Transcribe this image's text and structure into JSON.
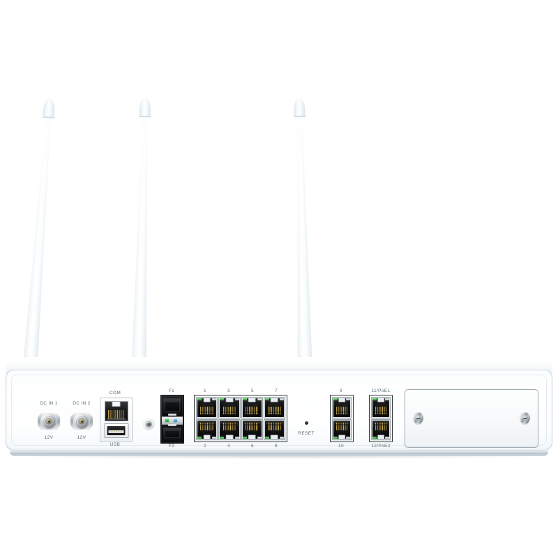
{
  "device": {
    "name": "rack-mount firewall appliance rear panel",
    "chassis_color": "#ffffff",
    "accent_led_green": "#2fa83a",
    "accent_led_blue": "#2a86c4"
  },
  "antennas": [
    {
      "name": "antenna-left",
      "label": ""
    },
    {
      "name": "antenna-center",
      "label": ""
    },
    {
      "name": "antenna-right",
      "label": ""
    }
  ],
  "power": {
    "jacks": [
      {
        "top_label": "DC IN 1",
        "bottom_label": "12V"
      },
      {
        "top_label": "DC IN 2",
        "bottom_label": "12V"
      }
    ]
  },
  "console": {
    "com_label": "COM",
    "usb_label": "USB"
  },
  "ground": {
    "label": ""
  },
  "sfp": {
    "top_label": "F1",
    "bottom_label": "F2",
    "leds": [
      {
        "name": "sfp-led-green",
        "color": "#2fa83a"
      },
      {
        "name": "sfp-led-blue",
        "color": "#2a86c4"
      }
    ]
  },
  "copper_block_main": {
    "top_labels": [
      "1",
      "3",
      "5",
      "7"
    ],
    "bottom_labels": [
      "2",
      "4",
      "6",
      "8"
    ]
  },
  "copper_block_b": {
    "top_labels": [
      "9"
    ],
    "bottom_labels": [
      "10"
    ]
  },
  "copper_block_c": {
    "top_labels": [
      "11/PoE1"
    ],
    "bottom_labels": [
      "12/PoE2"
    ]
  },
  "reset": {
    "label": "RESET"
  },
  "expansion_bay": {
    "label": "",
    "screws": [
      {
        "name": "thumbscrew-left"
      },
      {
        "name": "thumbscrew-right"
      }
    ]
  }
}
